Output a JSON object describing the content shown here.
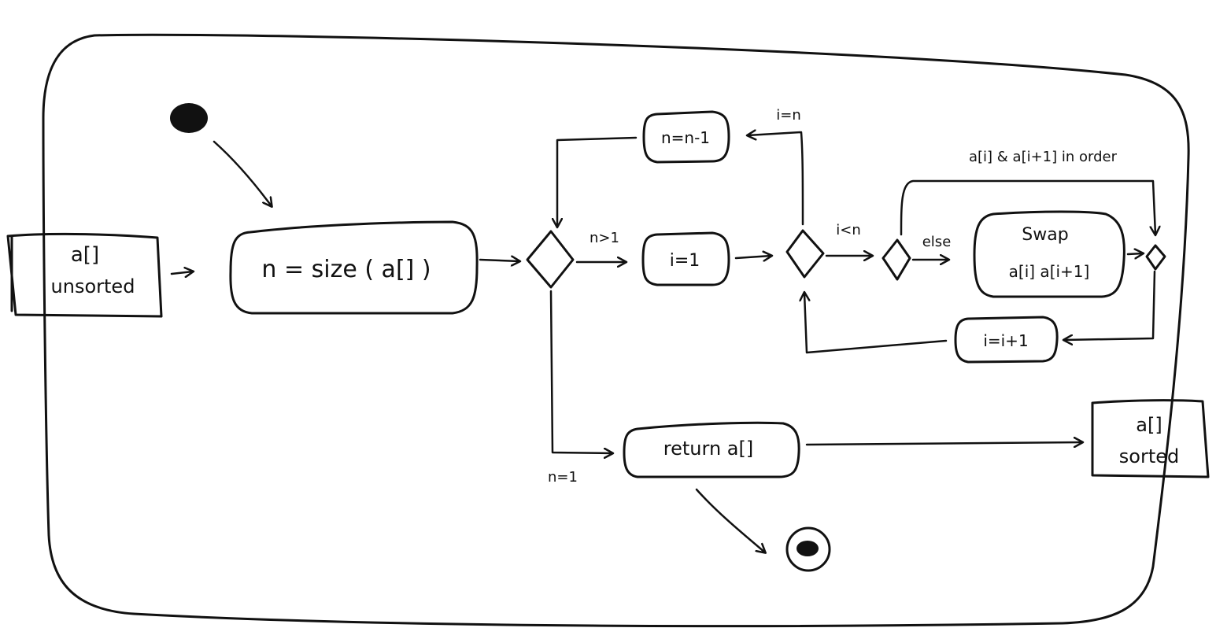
{
  "diagram": {
    "nodes": {
      "input_object": {
        "line1": "a[]",
        "line2": "unsorted"
      },
      "size_action": "n = size ( a[] )",
      "dec_action": "n=n-1",
      "init_i_action": "i=1",
      "swap_action": {
        "line1": "Swap",
        "line2": "a[i]  a[i+1]"
      },
      "inc_i_action": "i=i+1",
      "return_action": "return  a[]",
      "output_object": {
        "line1": "a[]",
        "line2": "sorted"
      }
    },
    "guards": {
      "n_gt_1": "n>1",
      "n_eq_1": "n=1",
      "i_lt_n": "i<n",
      "i_eq_n": "i=n",
      "in_order": "a[i] & a[i+1] in order",
      "else": "else"
    }
  }
}
